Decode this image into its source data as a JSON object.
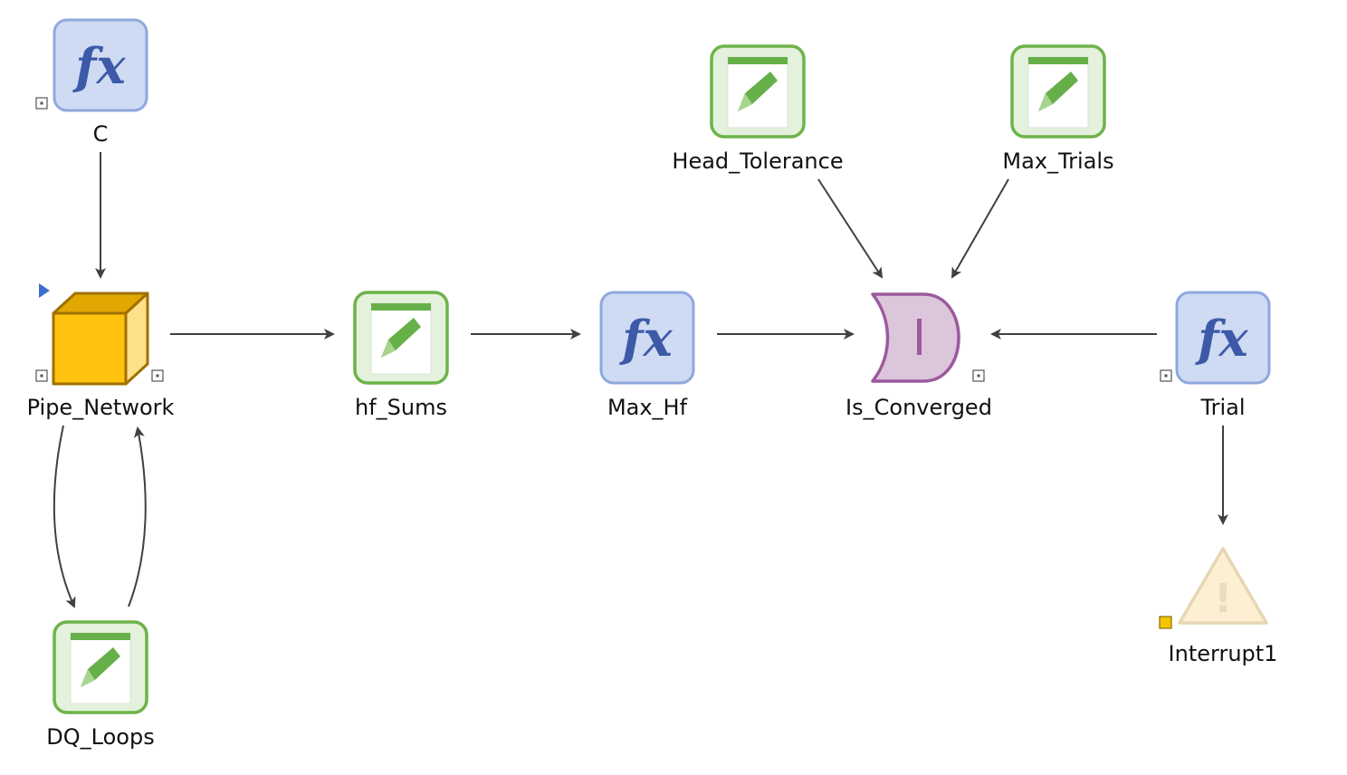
{
  "colors": {
    "function_fill": "#cfdaf3",
    "function_stroke": "#8fa8dc",
    "function_glyph": "#3c5aa8",
    "data_fill": "#e4f1dc",
    "data_stroke": "#6db34a",
    "data_sheet": "#ffffff",
    "data_pencil": "#66b04a",
    "module_front": "#ffc20e",
    "module_side": "#ffe08a",
    "module_stroke": "#a07000",
    "converge_fill": "#dcc6dc",
    "converge_stroke": "#9b5a9b",
    "interrupt_fill": "#fdf0d2",
    "interrupt_stroke": "#e6d6b4",
    "arrow": "#404040",
    "marker": "#555555",
    "input_marker": "#3a6fd0",
    "interrupt_marker": "#f5c400"
  },
  "nodes": [
    {
      "id": "C",
      "label": "C",
      "type": "function",
      "icon": "fx-icon"
    },
    {
      "id": "Pipe_Network",
      "label": "Pipe_Network",
      "type": "module",
      "icon": "module-cube-icon"
    },
    {
      "id": "DQ_Loops",
      "label": "DQ_Loops",
      "type": "data",
      "icon": "pencil-sheet-icon"
    },
    {
      "id": "hf_Sums",
      "label": "hf_Sums",
      "type": "data",
      "icon": "pencil-sheet-icon"
    },
    {
      "id": "Max_Hf",
      "label": "Max_Hf",
      "type": "function",
      "icon": "fx-icon"
    },
    {
      "id": "Head_Tolerance",
      "label": "Head_Tolerance",
      "type": "data",
      "icon": "pencil-sheet-icon"
    },
    {
      "id": "Max_Trials",
      "label": "Max_Trials",
      "type": "data",
      "icon": "pencil-sheet-icon"
    },
    {
      "id": "Is_Converged",
      "label": "Is_Converged",
      "type": "converge",
      "icon": "convergence-gate-icon"
    },
    {
      "id": "Trial",
      "label": "Trial",
      "type": "function",
      "icon": "fx-icon"
    },
    {
      "id": "Interrupt1",
      "label": "Interrupt1",
      "type": "interrupt",
      "icon": "warning-triangle-icon"
    }
  ],
  "edges": [
    {
      "from": "C",
      "to": "Pipe_Network"
    },
    {
      "from": "Pipe_Network",
      "to": "hf_Sums"
    },
    {
      "from": "hf_Sums",
      "to": "Max_Hf"
    },
    {
      "from": "Max_Hf",
      "to": "Is_Converged"
    },
    {
      "from": "Head_Tolerance",
      "to": "Is_Converged"
    },
    {
      "from": "Max_Trials",
      "to": "Is_Converged"
    },
    {
      "from": "Trial",
      "to": "Is_Converged"
    },
    {
      "from": "Trial",
      "to": "Interrupt1"
    },
    {
      "from": "Pipe_Network",
      "to": "DQ_Loops"
    },
    {
      "from": "DQ_Loops",
      "to": "Pipe_Network"
    }
  ],
  "fx_glyph": "fx",
  "converge_glyph": "I",
  "interrupt_glyph": "!"
}
